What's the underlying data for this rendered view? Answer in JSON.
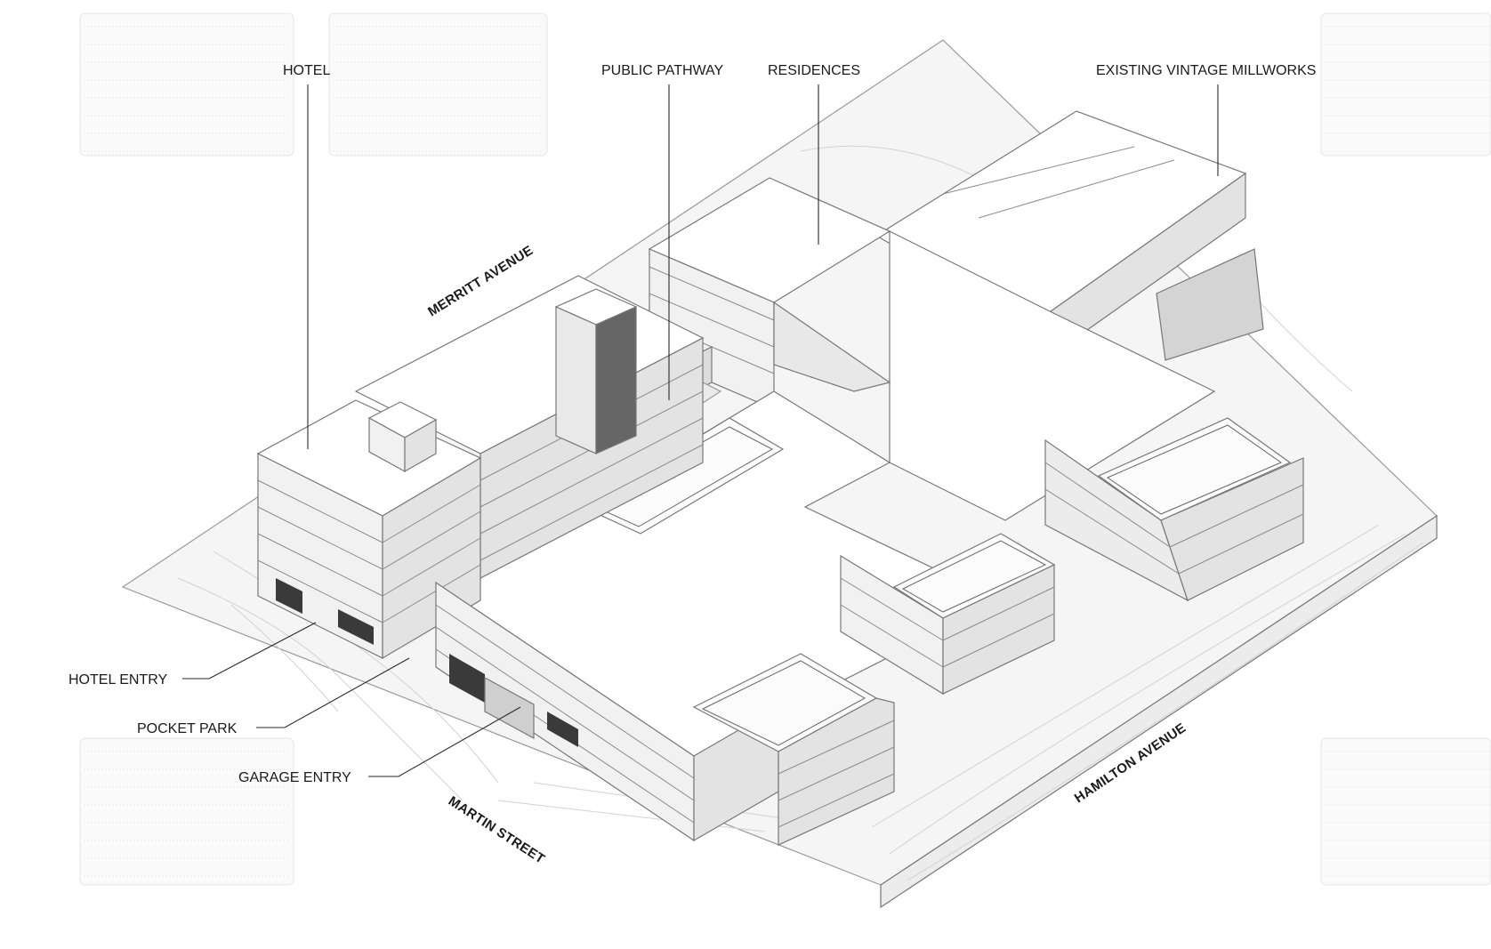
{
  "callouts": {
    "hotel": "HOTEL",
    "public_pathway": "PUBLIC PATHWAY",
    "residences": "RESIDENCES",
    "existing_millworks": "EXISTING VINTAGE MILLWORKS",
    "hotel_entry": "HOTEL ENTRY",
    "pocket_park": "POCKET PARK",
    "garage_entry": "GARAGE ENTRY"
  },
  "streets": {
    "merritt": "MERRITT AVENUE",
    "hamilton": "HAMILTON AVENUE",
    "martin": "MARTIN STREET"
  }
}
